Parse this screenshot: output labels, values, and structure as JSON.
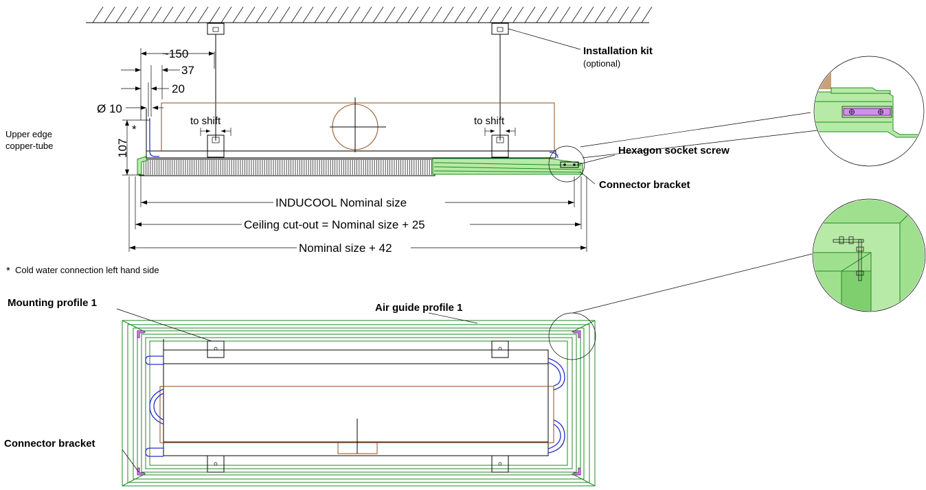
{
  "labels": {
    "dim_150": "~150",
    "dim_37": "37",
    "dim_20": "20",
    "dim_d10": "Ø 10",
    "dim_107": "107",
    "asterisk": "*",
    "upper_edge_1": "Upper edge",
    "upper_edge_2": "copper-tube",
    "to_shift_left": "to shift",
    "to_shift_right": "to shift",
    "installation_kit": "Installation kit",
    "optional": "(optional)",
    "hexagon_socket_screw": "Hexagon socket screw",
    "connector_bracket_top": "Connector bracket",
    "inducool_nominal": "INDUCOOL Nominal size",
    "ceiling_cutout": "Ceiling cut-out = Nominal size  + 25",
    "nominal_42": "Nominal size  + 42",
    "cold_water_note": "Cold water connection left hand side",
    "mounting_profile": "Mounting profile 1",
    "air_guide_profile": "Air guide profile 1",
    "connector_bracket_bottom": "Connector bracket"
  },
  "colors": {
    "casing": "#9a5a2a",
    "tube": "#2430c8",
    "profile": "#1f8a1f",
    "profile_fill": "#b7eaa7",
    "bracket": "#d38ee6"
  }
}
